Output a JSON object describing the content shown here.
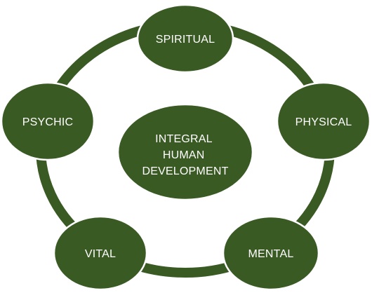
{
  "colors": {
    "node_fill": "#3a5a24",
    "ring": "#3a5a24",
    "label": "#ffffff",
    "background": "#ffffff"
  },
  "center": {
    "lines": [
      "INTEGRAL",
      "HUMAN",
      "DEVELOPMENT"
    ]
  },
  "nodes": [
    {
      "id": "spiritual",
      "label": "SPIRITUAL"
    },
    {
      "id": "physical",
      "label": "PHYSICAL"
    },
    {
      "id": "mental",
      "label": "MENTAL"
    },
    {
      "id": "vital",
      "label": "VITAL"
    },
    {
      "id": "psychic",
      "label": "PSYCHIC"
    }
  ]
}
